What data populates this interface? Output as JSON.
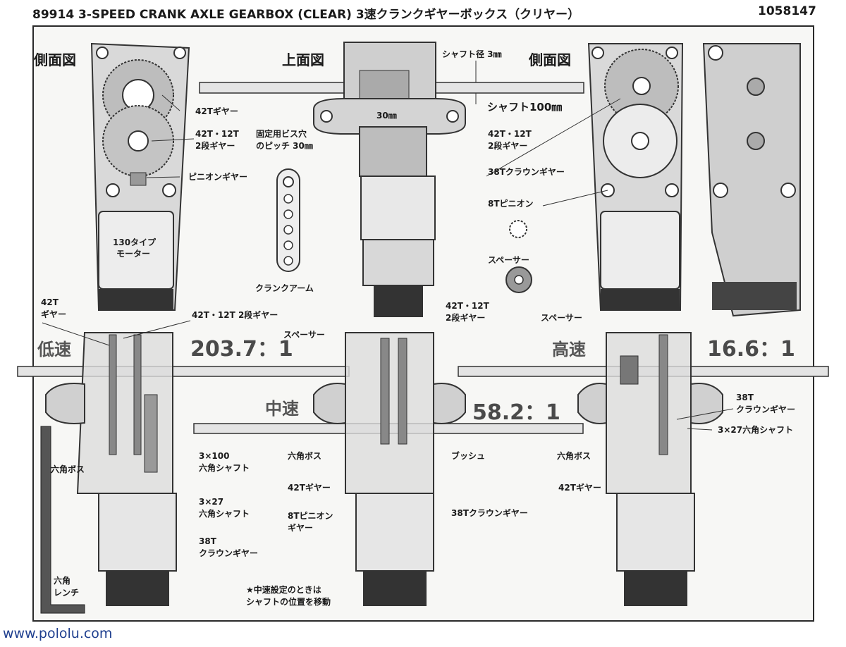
{
  "header": {
    "title": "89914  3-SPEED CRANK AXLE GEARBOX (CLEAR)  3速クランクギヤーボックス（クリヤー）",
    "code": "1058147"
  },
  "views": {
    "side_left": "側面図",
    "top": "上面図",
    "side_right": "側面図"
  },
  "top_labels": {
    "gear42": "42Tギヤー",
    "gear_2stage_a": "42T・12T",
    "gear_2stage_b": "2段ギヤー",
    "pinion": "ピニオンギヤー",
    "motor_a": "130タイプ",
    "motor_b": "モーター",
    "mount_a": "固定用ビス穴",
    "mount_b": "のピッチ 30㎜",
    "width30": "30㎜",
    "crank_arm": "クランクアーム",
    "shaft_dia": "シャフト径 3㎜",
    "shaft100": "シャフト100㎜",
    "r_gear_a": "42T・12T",
    "r_gear_b": "2段ギヤー",
    "crown38": "38Tクラウンギヤー",
    "pinion8": "8Tピニオン",
    "spacer": "スペーサー"
  },
  "speeds": {
    "low": {
      "name": "低速",
      "ratio": "203.7：1"
    },
    "mid": {
      "name": "中速",
      "ratio": "58.2：1"
    },
    "high": {
      "name": "高速",
      "ratio": "16.6：1"
    }
  },
  "bottom_labels": {
    "l_gear42_a": "42T",
    "l_gear42_b": "ギヤー",
    "l_2stage": "42T・12T 2段ギヤー",
    "l_hexboss": "六角ボス",
    "l_shaft100_a": "3×100",
    "l_shaft100_b": "六角シャフト",
    "l_shaft27_a": "3×27",
    "l_shaft27_b": "六角シャフト",
    "l_crown_a": "38T",
    "l_crown_b": "クラウンギヤー",
    "l_wrench_a": "六角",
    "l_wrench_b": "レンチ",
    "m_spacer": "スペーサー",
    "m_2stage_a": "42T・12T",
    "m_2stage_b": "2段ギヤー",
    "m_hexboss": "六角ボス",
    "m_gear42": "42Tギヤー",
    "m_pinion_a": "8Tピニオン",
    "m_pinion_b": "ギヤー",
    "m_bush": "ブッシュ",
    "m_crown": "38Tクラウンギヤー",
    "note_a": "★中速設定のときは",
    "note_b": "シャフトの位置を移動",
    "h_spacer": "スペーサー",
    "h_crown_a": "38T",
    "h_crown_b": "クラウンギヤー",
    "h_shaft27": "3×27六角シャフト",
    "h_hexboss": "六角ボス",
    "h_gear42": "42Tギヤー"
  },
  "footer": "www.pololu.com"
}
